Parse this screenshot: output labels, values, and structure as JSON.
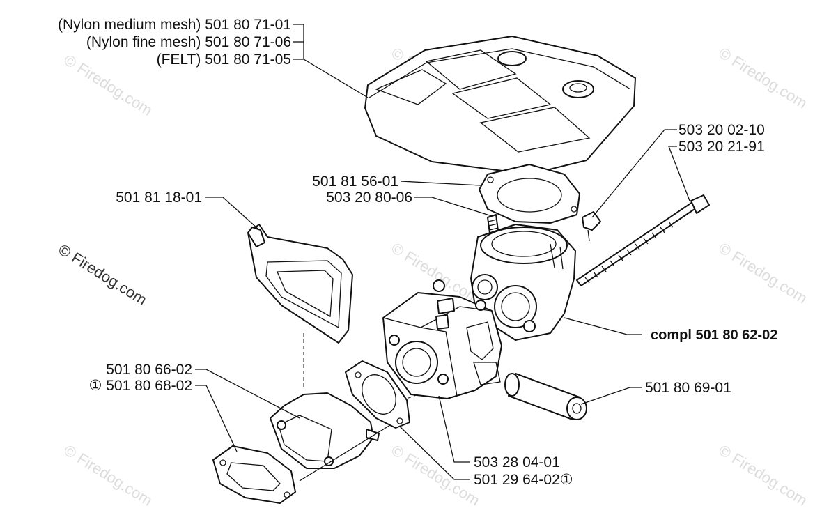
{
  "callouts": {
    "air_filter_nylon_medium": "(Nylon medium mesh) 501 80 71-01",
    "air_filter_nylon_fine": "(Nylon fine mesh) 501 80 71-06",
    "air_filter_felt": "(FELT) 501 80 71-05",
    "bolt_a": "503 20 02-10",
    "bolt_b": "503 20 21-91",
    "gasket_top": "501 81 56-01",
    "stud": "503 20 80-06",
    "bracket": "501 81 18-01",
    "carb_complete": "compl 501 80 62-02",
    "intake_a": "501 80 66-02",
    "intake_b": "① 501 80 68-02",
    "tube": "501 80 69-01",
    "carburetor": "503 28 04-01",
    "carb_gasket": "501 29 64-02①"
  },
  "watermark": {
    "text": "Firedog.com",
    "mark": "©"
  }
}
